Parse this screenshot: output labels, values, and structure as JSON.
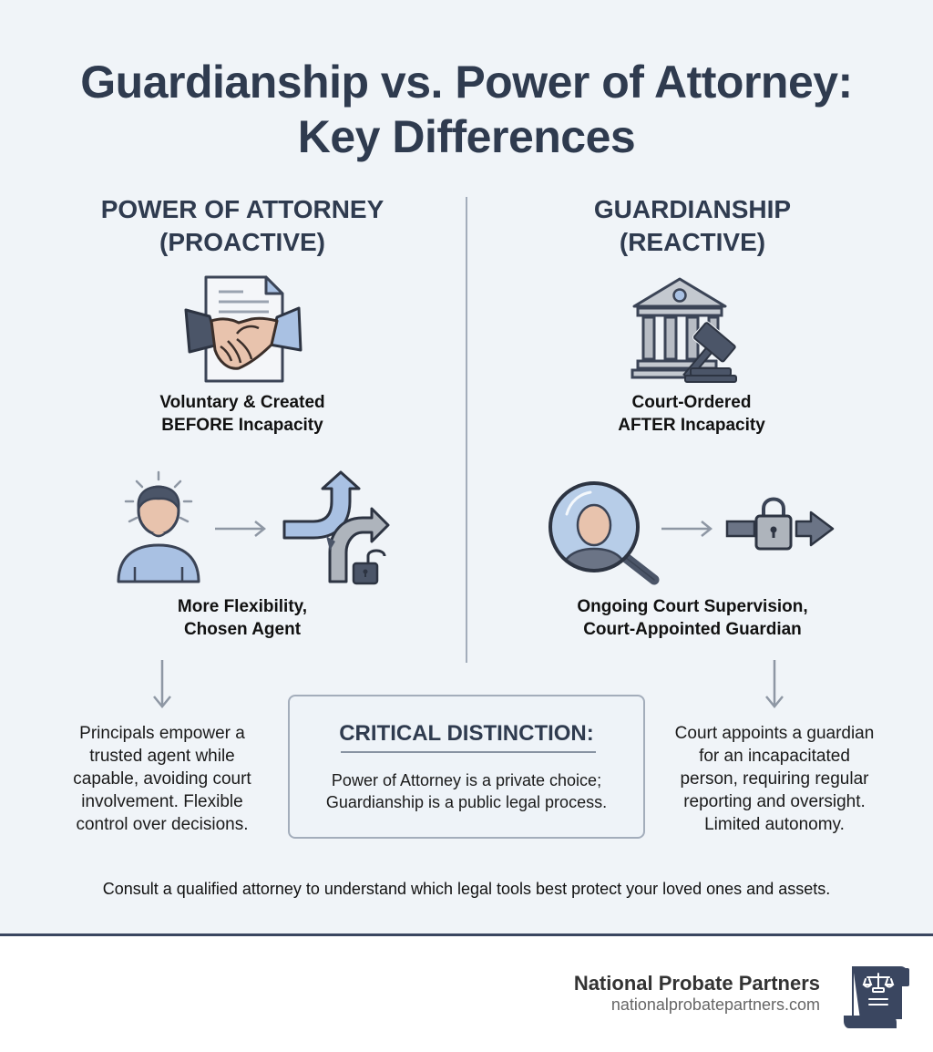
{
  "title": {
    "line1": "Guardianship vs. Power of Attorney:",
    "line2": "Key Differences"
  },
  "left_column": {
    "heading_line1": "POWER OF ATTORNEY",
    "heading_line2": "(PROACTIVE)",
    "icon1": "handshake-document-icon",
    "caption1_line1": "Voluntary & Created",
    "caption1_line2": "BEFORE Incapacity",
    "icon2": "person-to-branching-paths-unlocked-icon",
    "caption2_line1": "More Flexibility,",
    "caption2_line2": "Chosen Agent",
    "description": [
      "Principals empower a",
      "trusted agent while",
      "capable, avoiding court",
      "involvement. Flexible",
      "control over decisions."
    ]
  },
  "right_column": {
    "heading_line1": "GUARDIANSHIP",
    "heading_line2": "(REACTIVE)",
    "icon1": "courthouse-gavel-icon",
    "caption1_line1": "Court-Ordered",
    "caption1_line2": "AFTER Incapacity",
    "icon2": "magnified-person-to-locked-path-icon",
    "caption2_line1": "Ongoing Court Supervision,",
    "caption2_line2": "Court-Appointed Guardian",
    "description": [
      "Court appoints a guardian",
      "for an incapacitated",
      "person, requiring regular",
      "reporting and oversight.",
      "Limited autonomy."
    ]
  },
  "critical": {
    "title": "CRITICAL DISTINCTION:",
    "line1": "Power of Attorney is a private choice;",
    "line2": "Guardianship is a public legal process."
  },
  "bottom_note": "Consult a qualified attorney to understand which legal tools best protect your loved ones and assets.",
  "footer": {
    "brand_name": "National Probate Partners",
    "brand_url": "nationalprobatepartners.com",
    "logo_icon": "legal-scroll-scales-icon"
  },
  "colors": {
    "background": "#f0f4f8",
    "heading": "#2f3b4f",
    "accent_blue": "#a9c1e3",
    "dark_slate": "#4b5568",
    "skin": "#e8c3ad",
    "gray": "#aeb4bc",
    "footer_rule": "#3a4660"
  }
}
